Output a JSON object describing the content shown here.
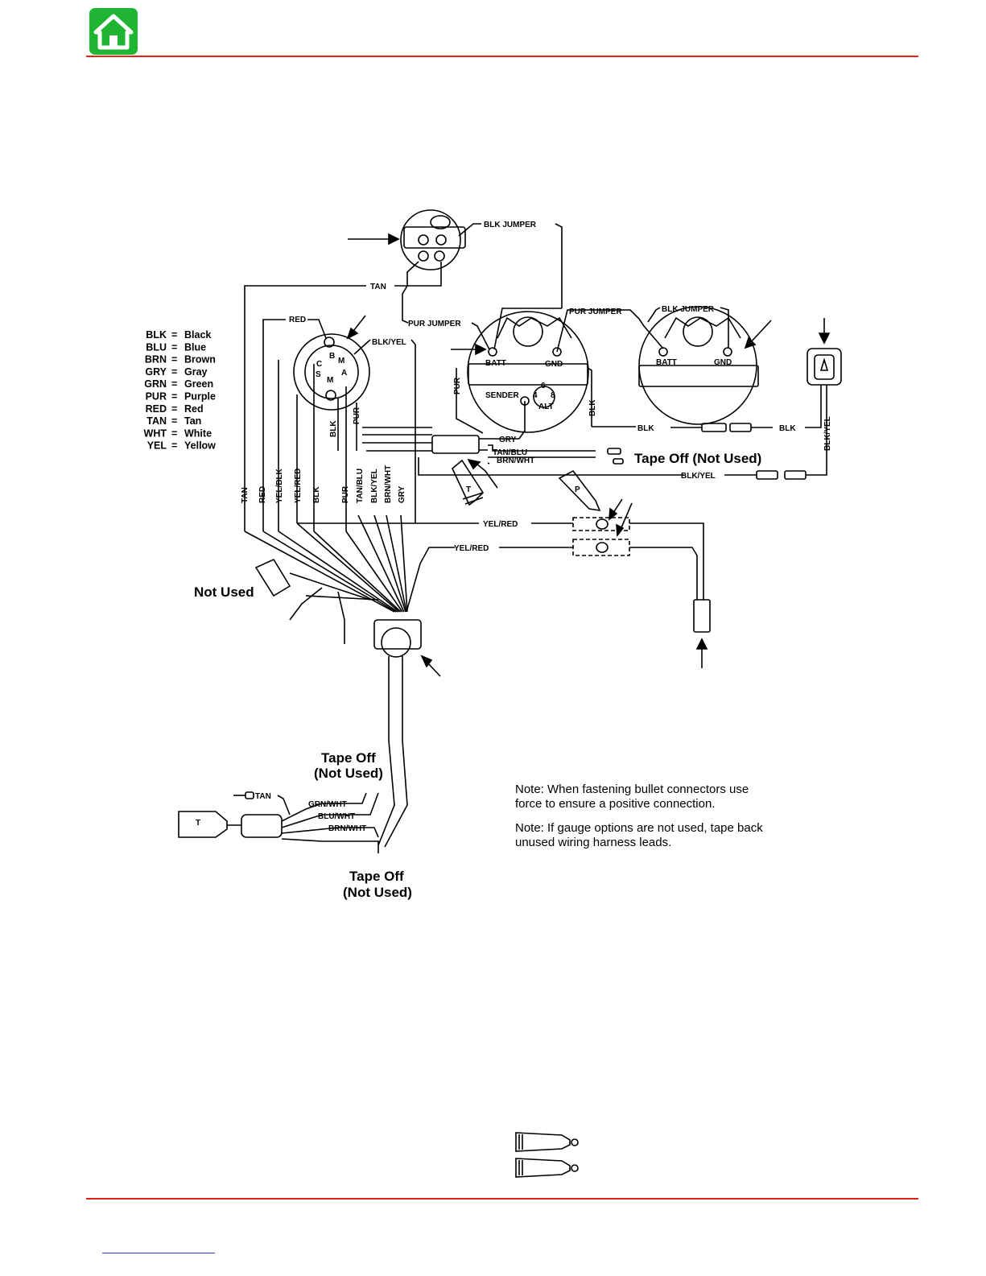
{
  "header": {
    "home_icon": "home-icon",
    "rule_color": "#e2231a",
    "home_color": "#1fb532"
  },
  "legend": [
    {
      "code": "BLK",
      "name": "Black"
    },
    {
      "code": "BLU",
      "name": "Blue"
    },
    {
      "code": "BRN",
      "name": "Brown"
    },
    {
      "code": "GRY",
      "name": "Gray"
    },
    {
      "code": "GRN",
      "name": "Green"
    },
    {
      "code": "PUR",
      "name": "Purple"
    },
    {
      "code": "RED",
      "name": "Red"
    },
    {
      "code": "TAN",
      "name": "Tan"
    },
    {
      "code": "WHT",
      "name": "White"
    },
    {
      "code": "YEL",
      "name": "Yellow"
    }
  ],
  "legend_eq": "=",
  "labels": {
    "blk_jumper_top": "BLK JUMPER",
    "tan": "TAN",
    "pur_jumper_left": "PUR JUMPER",
    "pur_jumper_mid": "PUR JUMPER",
    "blk_jumper_right": "BLK JUMPER",
    "red": "RED",
    "blk_yel": "BLK/YEL",
    "batt1": "BATT",
    "gnd1": "GND",
    "batt2": "BATT",
    "gnd2": "GND",
    "sender": "SENDER",
    "alt": "ALT",
    "pur_side": "PUR",
    "blk_side": "BLK",
    "blk_h1": "BLK",
    "blk_h2": "BLK",
    "blk_yel_v": "BLK/YEL",
    "gry": "GRY",
    "tan_blu": "TAN/BLU",
    "brn_wht": "BRN/WHT",
    "blk_yel_h": "BLK/YEL",
    "pur_v": "PUR",
    "blk_v": "BLK",
    "yel_red_1": "YEL/RED",
    "yel_red_2": "YEL/RED",
    "tan_small": "TAN",
    "grn_wht": "GRN/WHT",
    "blu_wht": "BLU/WHT",
    "brn_wht_small": "BRN/WHT",
    "tube_t1": "T",
    "tube_p": "P",
    "tube_t2": "T",
    "sw_b": "B",
    "sw_c": "C",
    "sw_m1": "M",
    "sw_s": "S",
    "sw_m2": "M",
    "sw_a": "A",
    "gauge_4": "4",
    "gauge_6": "6",
    "gauge_8": "8"
  },
  "harness_labels": [
    "TAN",
    "RED",
    "YEL/BLK",
    "YEL/RED",
    "BLK",
    "PUR",
    "TAN/BLU",
    "BLK/YEL",
    "BRN/WHT",
    "GRY"
  ],
  "callouts": {
    "tape_off_main": "Tape Off (Not Used)",
    "not_used": "Not Used",
    "tape_off_1a": "Tape Off",
    "tape_off_1b": "(Not Used)",
    "tape_off_2a": "Tape Off",
    "tape_off_2b": "(Not Used)"
  },
  "notes": {
    "note1a": "Note: When fastening bullet connectors use",
    "note1b": "force to ensure a positive connection.",
    "note2a": "Note: If gauge options are not used, tape back",
    "note2b": "unused wiring harness leads."
  }
}
